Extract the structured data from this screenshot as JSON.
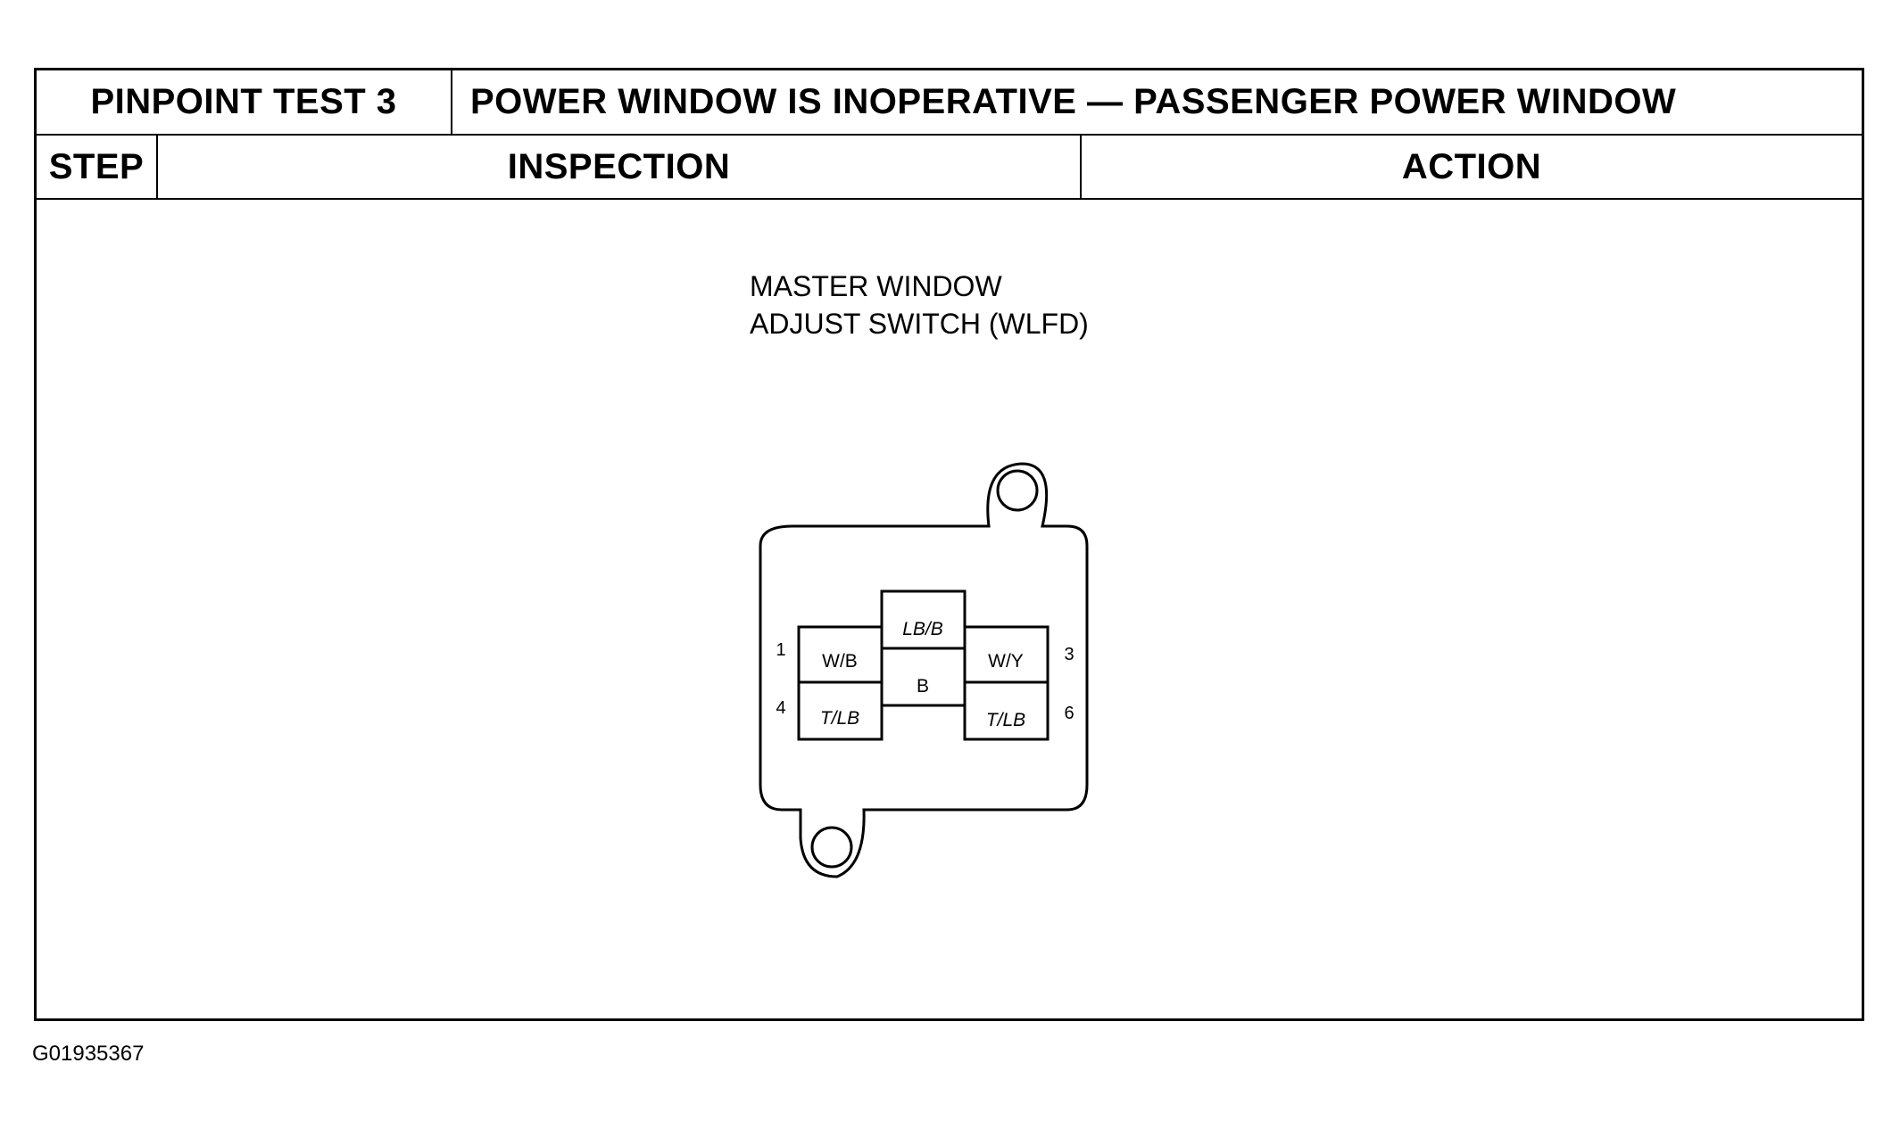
{
  "header": {
    "test_label": "PINPOINT TEST 3",
    "title": "POWER WINDOW IS INOPERATIVE — PASSENGER POWER WINDOW"
  },
  "columns": {
    "step": "STEP",
    "inspection": "INSPECTION",
    "action": "ACTION"
  },
  "diagram": {
    "caption_line1": "MASTER WINDOW",
    "caption_line2": "ADJUST SWITCH (WLFD)",
    "pins": [
      {
        "number": "1",
        "wire": "W/B"
      },
      {
        "number": "3",
        "wire": "W/Y"
      },
      {
        "number": "4",
        "wire": "T/LB"
      },
      {
        "number": "6",
        "wire": "T/LB"
      }
    ],
    "center_top_wire": "LB/B",
    "center_bottom_wire": "B"
  },
  "figure_id": "G01935367"
}
